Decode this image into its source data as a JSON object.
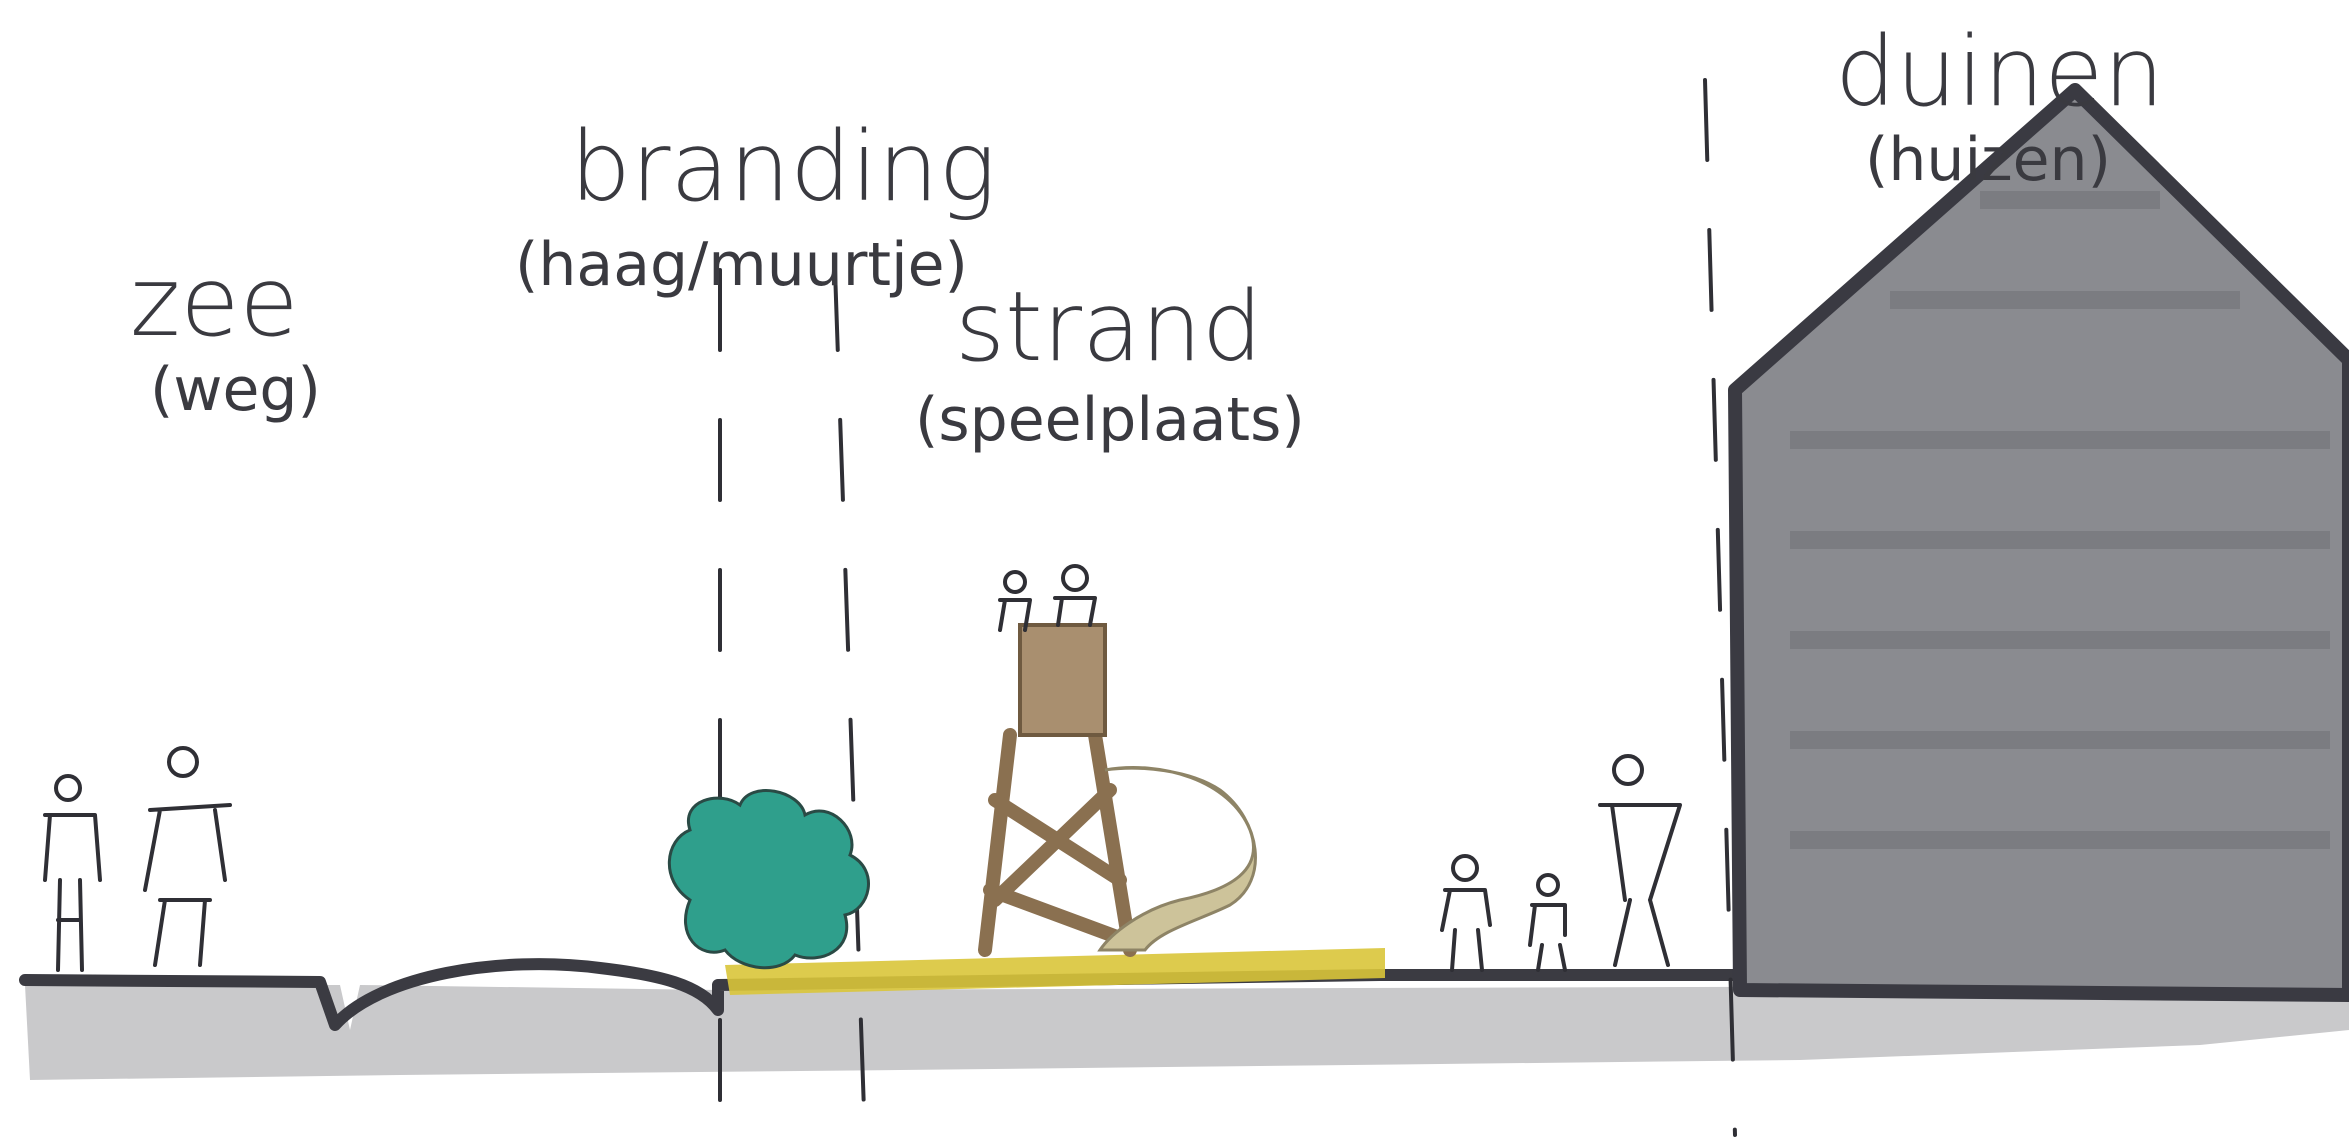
{
  "zones": {
    "zee": {
      "title": "zee",
      "subtitle": "(weg)"
    },
    "branding": {
      "title": "branding",
      "subtitle": "(haag/muurtje)"
    },
    "strand": {
      "title": "strand",
      "subtitle": "(speelplaats)"
    },
    "duinen": {
      "title": "duinen",
      "subtitle": "(huizen)"
    }
  },
  "colors": {
    "ground": "#c9c9cb",
    "ground_line": "#3f3f46",
    "house_fill": "#8a8b90",
    "house_outline": "#3a3a42",
    "bush": "#2f9f8c",
    "sand": "#d9c53a",
    "tower": "#a98f6f",
    "slide": "#cdc39a",
    "ink": "#2f2f35"
  }
}
